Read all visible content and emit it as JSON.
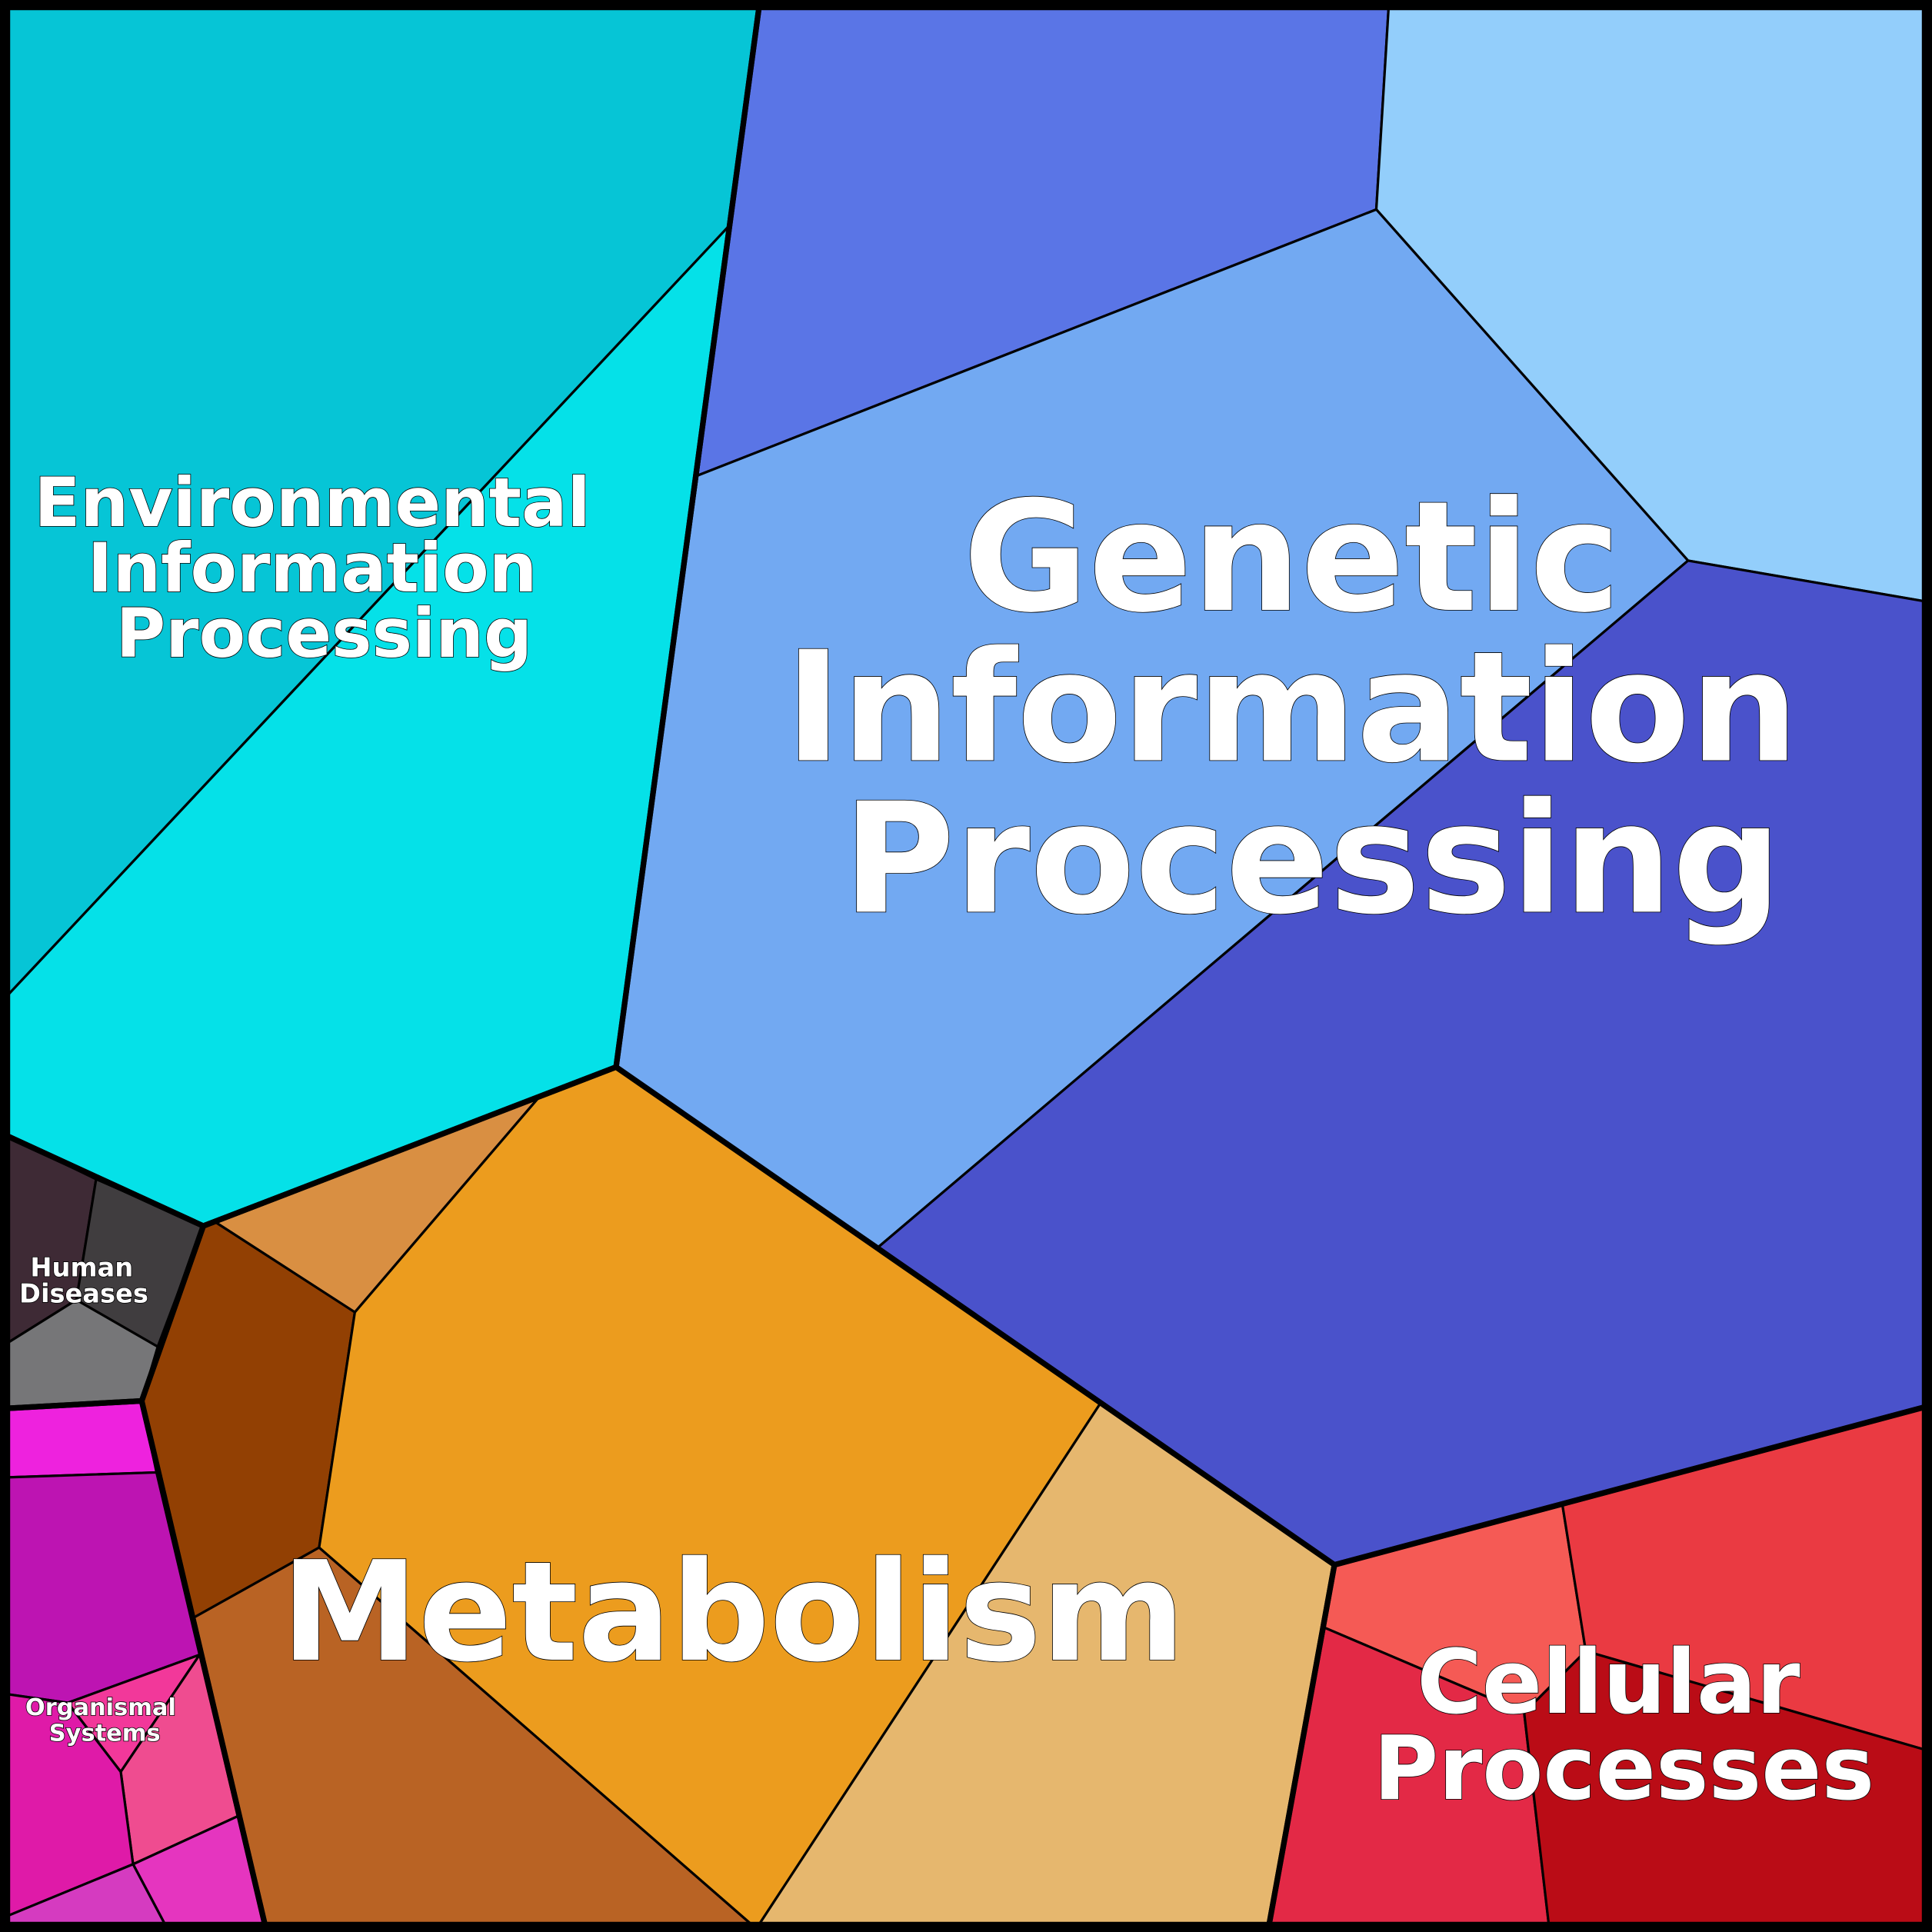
{
  "chart_data": {
    "type": "voronoi-treemap",
    "title": "",
    "groups": [
      {
        "id": "env",
        "label_lines": [
          "Environmental",
          "Information",
          "Processing"
        ],
        "cell_colors": [
          "#06C5D6",
          "#05E1E8"
        ]
      },
      {
        "id": "gen",
        "label_lines": [
          "Genetic",
          "Information",
          "Processing"
        ],
        "cell_colors": [
          "#5A75E6",
          "#93CEFB",
          "#72A9F2",
          "#4A52CB"
        ]
      },
      {
        "id": "met",
        "label_lines": [
          "Metabolism"
        ],
        "cell_colors": [
          "#D98F42",
          "#924003",
          "#EC9C1E",
          "#B96324",
          "#E6B76E"
        ]
      },
      {
        "id": "cel",
        "label_lines": [
          "Cellular",
          "Processes"
        ],
        "cell_colors": [
          "#F55A55",
          "#EA3A42",
          "#E32946",
          "#BA0C16"
        ]
      },
      {
        "id": "hd",
        "label_lines": [
          "Human",
          "Diseases"
        ],
        "cell_colors": [
          "#3E2A35",
          "#403D3F",
          "#767678"
        ]
      },
      {
        "id": "os",
        "label_lines": [
          "Organismal",
          "Systems"
        ],
        "cell_colors": [
          "#EE22DE",
          "#BD14B2",
          "#F2389A",
          "#EF4C90",
          "#DF1AA8",
          "#E535BF",
          "#D53BC0"
        ]
      }
    ]
  }
}
